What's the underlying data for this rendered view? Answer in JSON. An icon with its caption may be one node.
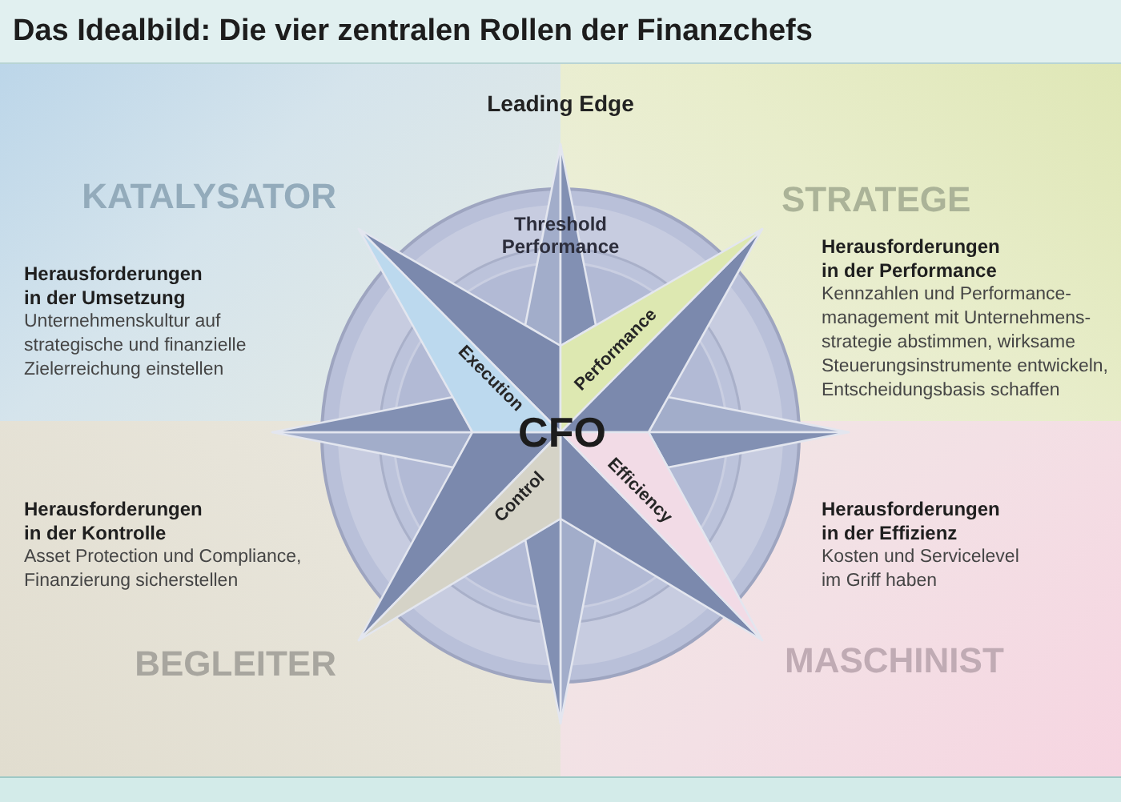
{
  "diagram": {
    "title": "Das Idealbild: Die vier zentralen Rollen der Finanzchefs",
    "nodes": [
      {
        "text": [
          "Threshold Performance",
          "CFO"
        ]
      },
      {
        "text": [
          "Execution"
        ],
        "in": 0
      },
      {
        "text": [
          "Performance"
        ],
        "in": 0
      },
      {
        "text": [
          "Control"
        ],
        "in": 0
      },
      {
        "text": [
          "Efficiency"
        ],
        "in": 0
      }
    ],
    "labels": [
      "Leading Edge",
      "KATALYSATOR",
      "STRATEGE",
      "Herausforderungen in der Umsetzung",
      "Unternehmenskultur auf strategische und finanzielle Zielerreichung einstellen",
      "Herausforderungen in der Performance",
      "Kennzahlen und Performance- management mit Unternehmens- strategie abstimmen, wirksame Steuerungsinstrumente entwickeln, Entscheidungsbasis schaffen",
      "Herausforderungen in der Kontrolle",
      "Asset Protection und Compliance, Finanzierung sicherstellen",
      "Herausforderungen in der Effizienz",
      "Kosten und Servicelevel im Griff haben",
      "BEGLEITER",
      "MASCHINIST"
    ]
  }
}
